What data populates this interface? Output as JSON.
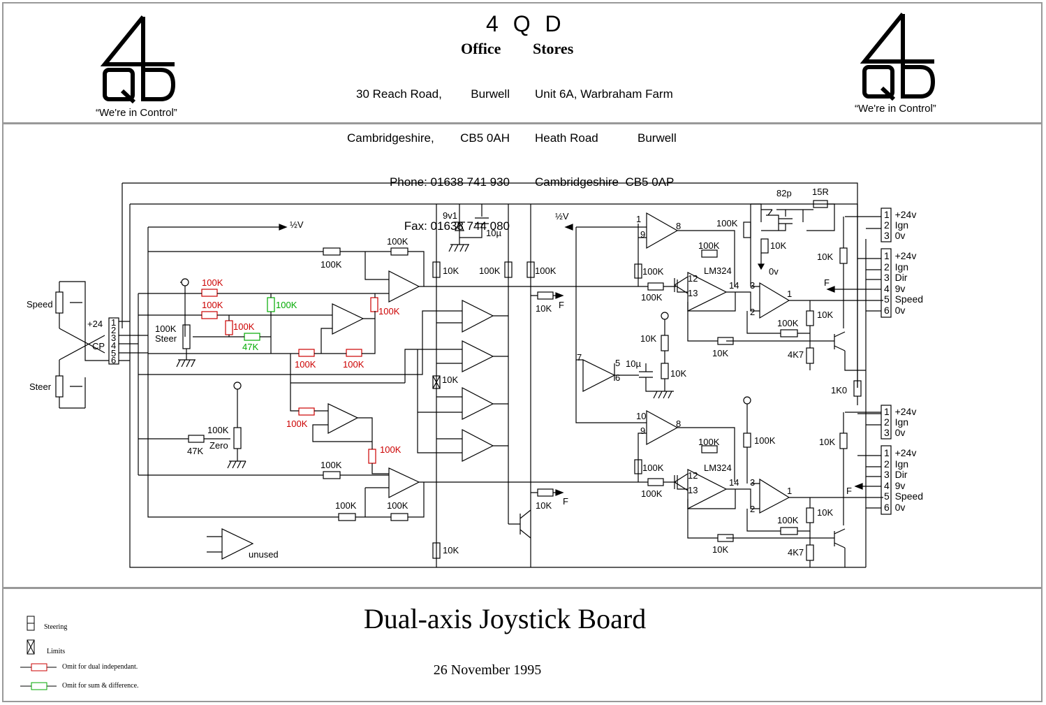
{
  "header": {
    "company": "4 Q D",
    "logo_tagline_left": "“We're in Control”",
    "logo_tagline_right": "“We're in Control”",
    "office": {
      "title": "Office",
      "lines_left": [
        "30 Reach Road,",
        "Cambridgeshire,",
        "Phone: 01638 741 930",
        "Fax: 01638 744 080"
      ],
      "lines_right": [
        "Burwell",
        "CB5 0AH"
      ]
    },
    "stores": {
      "title": "Stores",
      "lines": [
        "Unit 6A, Warbraham Farm",
        "Heath Road",
        "Cambridgeshire  CB5 0AP"
      ],
      "burwell": "Burwell"
    }
  },
  "schematic": {
    "connector_left": {
      "pins": [
        "1",
        "2",
        "3",
        "4",
        "5",
        "6"
      ],
      "plus24": "+24",
      "cp": "CP"
    },
    "pots": {
      "speed": "Speed",
      "steer": "Steer"
    },
    "labels": {
      "half_v_1": "½V",
      "half_v_2": "½V",
      "r100k": "100K",
      "r47k": "47K",
      "r10k": "10K",
      "r4k7": "4K7",
      "r1k0": "1K0",
      "r15r": "15R",
      "c82p": "82p",
      "c10u": "10µ",
      "z9v1": "9v1",
      "zero_ov": "0v",
      "steer_pot": "Steer",
      "zero_pot": "Zero",
      "unused": "unused",
      "lm324": "LM324",
      "f": "F"
    },
    "connector_right_pins": [
      {
        "n": "1",
        "label": "+24v"
      },
      {
        "n": "2",
        "label": "Ign"
      },
      {
        "n": "3",
        "label": "0v"
      }
    ],
    "connector_right_6pin": [
      {
        "n": "1",
        "label": "+24v"
      },
      {
        "n": "2",
        "label": "Ign"
      },
      {
        "n": "3",
        "label": "Dir"
      },
      {
        "n": "4",
        "label": "9v"
      },
      {
        "n": "5",
        "label": "Speed"
      },
      {
        "n": "6",
        "label": "0v"
      }
    ]
  },
  "footer": {
    "title": "Dual-axis Joystick Board",
    "date": "26 November 1995",
    "legend": [
      {
        "label": "Steering"
      },
      {
        "label": "Limits"
      },
      {
        "label": "Omit for dual independant.",
        "color": "#cc0000"
      },
      {
        "label": "Omit for sum & difference.",
        "color": "#00aa00"
      }
    ]
  },
  "colors": {
    "border": "#999999",
    "red": "#cc0000",
    "green": "#00aa00"
  }
}
